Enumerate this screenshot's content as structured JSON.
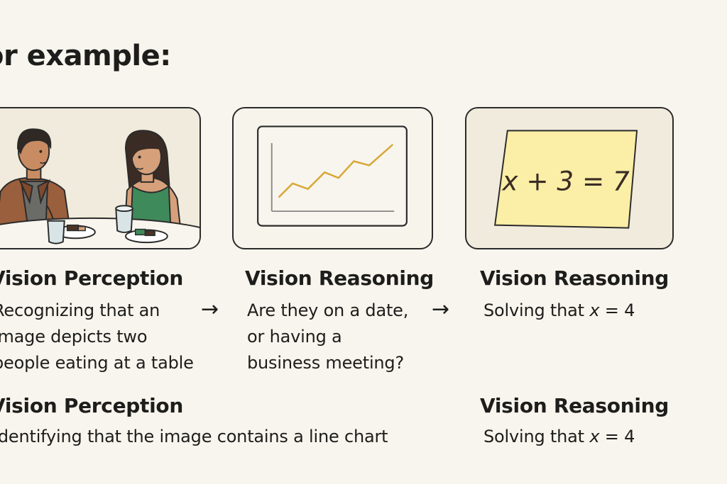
{
  "heading": "or example:",
  "step1": {
    "title": "Vision Perception",
    "lines": [
      "Recognizing that an",
      "image depicts two",
      "people eating at a table"
    ]
  },
  "step2": {
    "title": "Vision Reasoning",
    "lines": [
      "Are they on a date,",
      "or having a",
      "business meeting?"
    ]
  },
  "step3": {
    "title": "Vision Reasoning",
    "prefix": "Solving that ",
    "var": "x",
    "suffix": " = 4"
  },
  "row2_left": {
    "title": "Vision Perception",
    "text": "Identifying that the image contains a line chart"
  },
  "row2_right": {
    "title": "Vision Reasoning",
    "prefix": "Solving that ",
    "var": "x",
    "suffix": " = 4"
  },
  "math_card": {
    "equation": "x + 3 = 7"
  },
  "arrow_glyph": "→",
  "colors": {
    "background": "#f8f5ee",
    "chart_line": "#d8a93a",
    "sticky_note": "#fbeea6",
    "jacket": "#9a5f3c",
    "green_top": "#3f8a5a"
  }
}
